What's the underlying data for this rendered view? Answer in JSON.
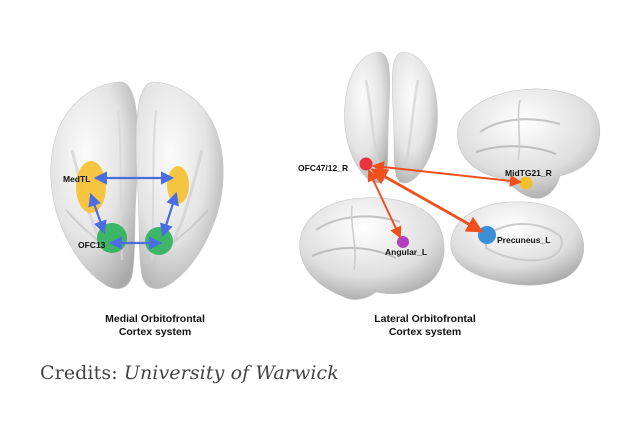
{
  "figure": {
    "medial_system": {
      "caption_line1": "Medial Orbitofrontal",
      "caption_line2": "Cortex system",
      "regions": [
        {
          "label": "MedTL",
          "color": "#f5c132"
        },
        {
          "label": "OFC13",
          "color": "#2fb35c"
        }
      ],
      "connection_color": "#4a6ee0"
    },
    "lateral_system": {
      "caption_line1": "Lateral Orbitofrontal",
      "caption_line2": "Cortex system",
      "regions": [
        {
          "label": "OFC47/12_R",
          "color": "#e8323c"
        },
        {
          "label": "MidTG21_R",
          "color": "#f3bf2c"
        },
        {
          "label": "Angular_L",
          "color": "#b440c0"
        },
        {
          "label": "Precuneus_L",
          "color": "#3a8fd6"
        }
      ],
      "connection_color": "#f0501e"
    }
  },
  "credits": {
    "prefix": "Credits:",
    "source": "University of Warwick"
  }
}
